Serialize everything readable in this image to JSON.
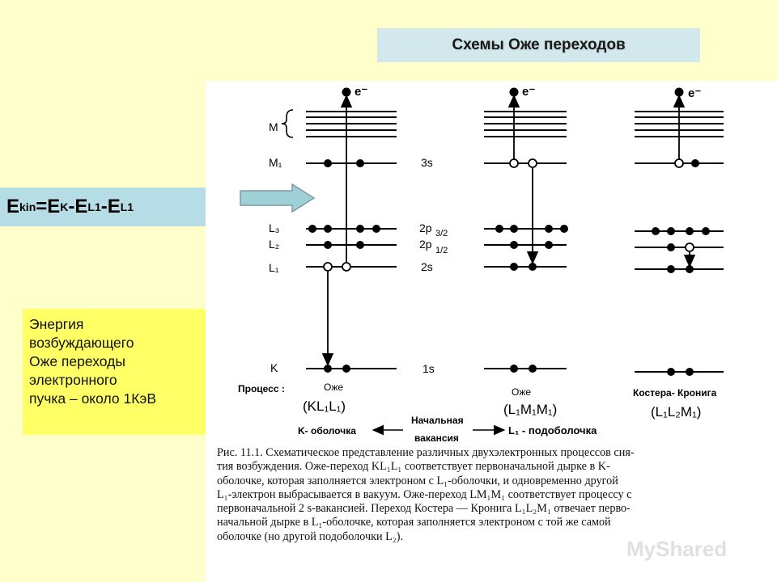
{
  "title": "Схемы Оже переходов",
  "formula": {
    "lhs": "E",
    "lhs_sub": "kin",
    "eq": "=E",
    "k_sub": "K",
    "minus1": "-E",
    "l1_sub_a": "L1",
    "minus2": "-E",
    "l1_sub_b": "L1"
  },
  "energy_note": {
    "lines": [
      "Энергия",
      "возбуждающего",
      "Оже переходы",
      "электронного",
      "пучка – около 1КэВ"
    ]
  },
  "diagram": {
    "electron_label": "e⁻",
    "shells": {
      "M": "M",
      "M1": "M₁",
      "L3": "L₃",
      "L2": "L₂",
      "L1": "L₁",
      "K": "K"
    },
    "subshells": {
      "s3": "3s",
      "p32": "2p",
      "p32_sub": "3/2",
      "p12": "2p",
      "p12_sub": "1/2",
      "s2": "2s",
      "s1": "1s"
    },
    "process_label": "Процесс :",
    "processes": [
      {
        "name": "Оже",
        "code": "(KL₁L₁)"
      },
      {
        "name": "Оже",
        "code": "(L₁M₁M₁)"
      },
      {
        "name": "Костера- Кронига",
        "code": "(L₁L₂M₁)"
      }
    ],
    "vacancy_left": "K- оболочка",
    "vacancy_mid_1": "Начальная",
    "vacancy_mid_2": "вакансия",
    "vacancy_right": "L₁ - подоболочка"
  },
  "caption": {
    "lines": [
      "Рис. 11.1. Схематическое представление различных двухэлектронных процессов сня-",
      "тия возбуждения. Оже-переход KL₁L₁ соответствует первоначальной дырке в K-",
      "оболочке, которая заполняется электроном с L₁-оболочки, и одновременно другой",
      "L₁-электрон выбрасывается в вакуум. Оже-переход LM₁M₁ соответствует процессу с",
      "первоначальной 2 s-вакансией. Переход Костера — Кронига L₁L₂M₁ отвечает перво-",
      "начальной дырке в L₁-оболочке, которая заполняется электроном с той же самой",
      "оболочке (но другой подоболочки L₂)."
    ]
  },
  "watermark": "MyShared",
  "colors": {
    "background": "#ffffcc",
    "title_box": "#d3e8ec",
    "formula_box": "#b6dde6",
    "energy_box": "#ffff66",
    "arrow_fill": "#9fd0d8"
  }
}
